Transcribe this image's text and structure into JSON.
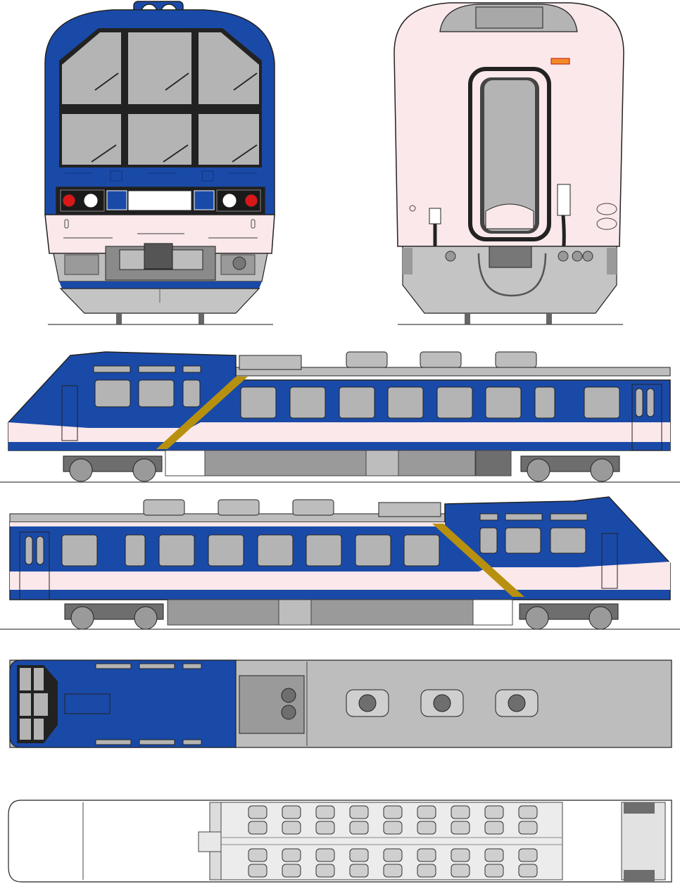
{
  "colors": {
    "body_blue": "#1a4aa8",
    "body_blue_dark": "#123a8a",
    "cream": "#fbe8ea",
    "stripe_gold": "#b8900f",
    "window_gray": "#b4b4b4",
    "roof_gray": "#bdbdbd",
    "under_gray": "#9a9a9a",
    "dark_gray": "#6e6e6e",
    "outline": "#222222",
    "tail_red": "#d81818",
    "head_white": "#ffffff"
  },
  "views": {
    "front_view": {
      "windshield_grid": [
        3,
        2
      ],
      "lamps": [
        "head-white",
        "tail-red"
      ]
    },
    "rear_view": {
      "gangway": "through-door"
    },
    "side_left": {
      "upper_windows": 3,
      "main_windows": 8,
      "roof_units": 3
    },
    "side_right": {
      "upper_windows": 3,
      "main_windows": 8,
      "roof_units": 3
    },
    "roof_plan": {
      "fan_units": 3
    },
    "floor_plan": {
      "seat_columns": 9,
      "seat_rows": 4
    }
  }
}
